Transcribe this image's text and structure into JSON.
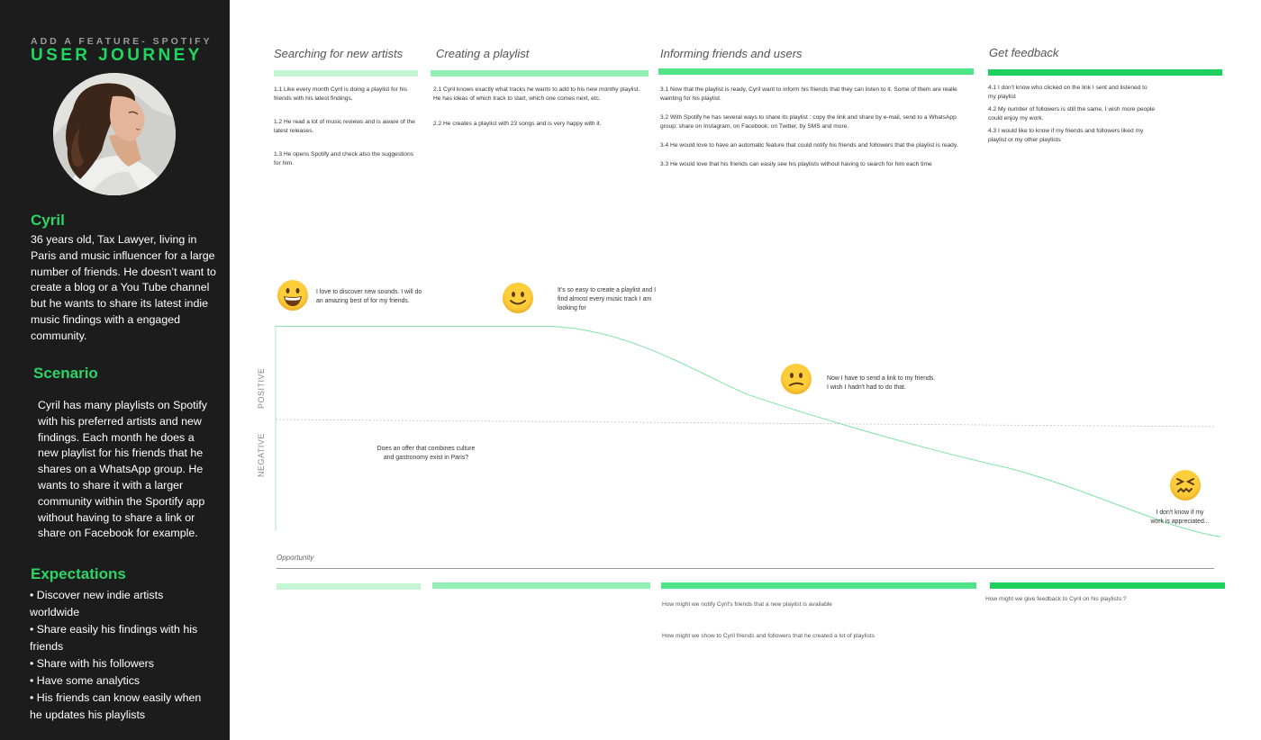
{
  "header": {
    "kicker": "ADD A FEATURE- SPOTIFY",
    "title": "USER JOURNEY"
  },
  "persona": {
    "name": "Cyril",
    "bio": "36 years old, Tax Lawyer, living in Paris and music influencer for a large number of friends. He doesn’t want to create a blog or a You Tube channel but he wants to share its latest indie music findings with a engaged community."
  },
  "scenario": {
    "heading": "Scenario",
    "text": "Cyril has many playlists on Spotify with his preferred artists and new findings. Each month he does a new playlist for his friends that he shares on a WhatsApp group. He wants to share it with a larger community within the Sportify app without having to share a link or share on Facebook for example."
  },
  "expectations": {
    "heading": "Expectations",
    "items": [
      "• Discover new indie artists worldwide",
      "• Share easily his findings with his friends",
      "• Share with his followers",
      "• Have some analytics",
      "• His friends can know easily when he updates his playlists"
    ]
  },
  "phases": [
    {
      "title": "Searching for new artists",
      "color": "#c4f6d5",
      "notes": [
        "1.1 Like every month Cyril is doing a playlist for his friends with his latest findings.",
        "1.2 He read a lot of music reviews and is aware of the latest releases.",
        "1.3 He opens Spotify and check also the suggestions for him."
      ]
    },
    {
      "title": "Creating a playlist",
      "color": "#93efb3",
      "notes": [
        "2.1 Cyril knows exactly what tracks he wants to add to his new monthy playlist. He has ideas of which track to start, which one comes next, etc.",
        "2.2 He creates a playlist with 23 songs and is very happy with it."
      ]
    },
    {
      "title": "Informing friends and users",
      "color": "#4fe487",
      "notes": [
        "3.1 Now that the playlist is ready, Cyril want to inform his friends that they can listen to it. Some of them are realle wainting for his playlist.",
        "3.2 With Spotify he has several ways to share its playlist : copy the link and share by e-mail, send to a WhatsApp group; share on Instagram, on Facebook, on Twitter, by SMS and more.",
        "3.4 He would love to have an automatic feature that could notify his friends and followers that the playlist is ready.",
        "3.3 He would love that his friends can easily see his playlists without having to search for him each time"
      ]
    },
    {
      "title": "Get feedback",
      "color": "#1ed15f",
      "notes": [
        "4.1 I don’t know who clicked on the link I sent and listened to my playlist",
        "4.2 My number of followers is still the same, I wish more people could enjoy my work.",
        "4.3 I would like to know if my friends and followers liked my playlist or my other playlists"
      ]
    }
  ],
  "emotions": [
    {
      "face": "grin-face",
      "level": 0.96,
      "text": "I love to discover new sounds. I will do an amazing best of for my friends."
    },
    {
      "face": "smile-face",
      "level": 0.96,
      "text": "It’s so easy to create a playlist and I find almost every music track I am looking for"
    },
    {
      "face": "confused-face",
      "level": 0.35,
      "text": "Now I have to send a link to my friends. I wish I hadn't had to do that."
    },
    {
      "face": "confounded-face",
      "level": -0.65,
      "text": "I don't know if my work is appreciated..."
    }
  ],
  "stray_note": "Does an offer that combines culture and gastronomy exist in Paris?",
  "axis": {
    "positive": "POSITIVE",
    "negative": "NEGATIVE"
  },
  "opportunity": {
    "label": "Opportunity",
    "items": [
      "How might we notify Cyril's friends that a new playlist is available",
      "How might we show to Cyril friends and followers that he created a lot of playlists",
      "How might we give feedback to Cyril on his playlists ?"
    ]
  },
  "colors": {
    "sidebar_bg": "#1c1c1c",
    "accent": "#1ed760",
    "curve": "#7de3a4"
  }
}
